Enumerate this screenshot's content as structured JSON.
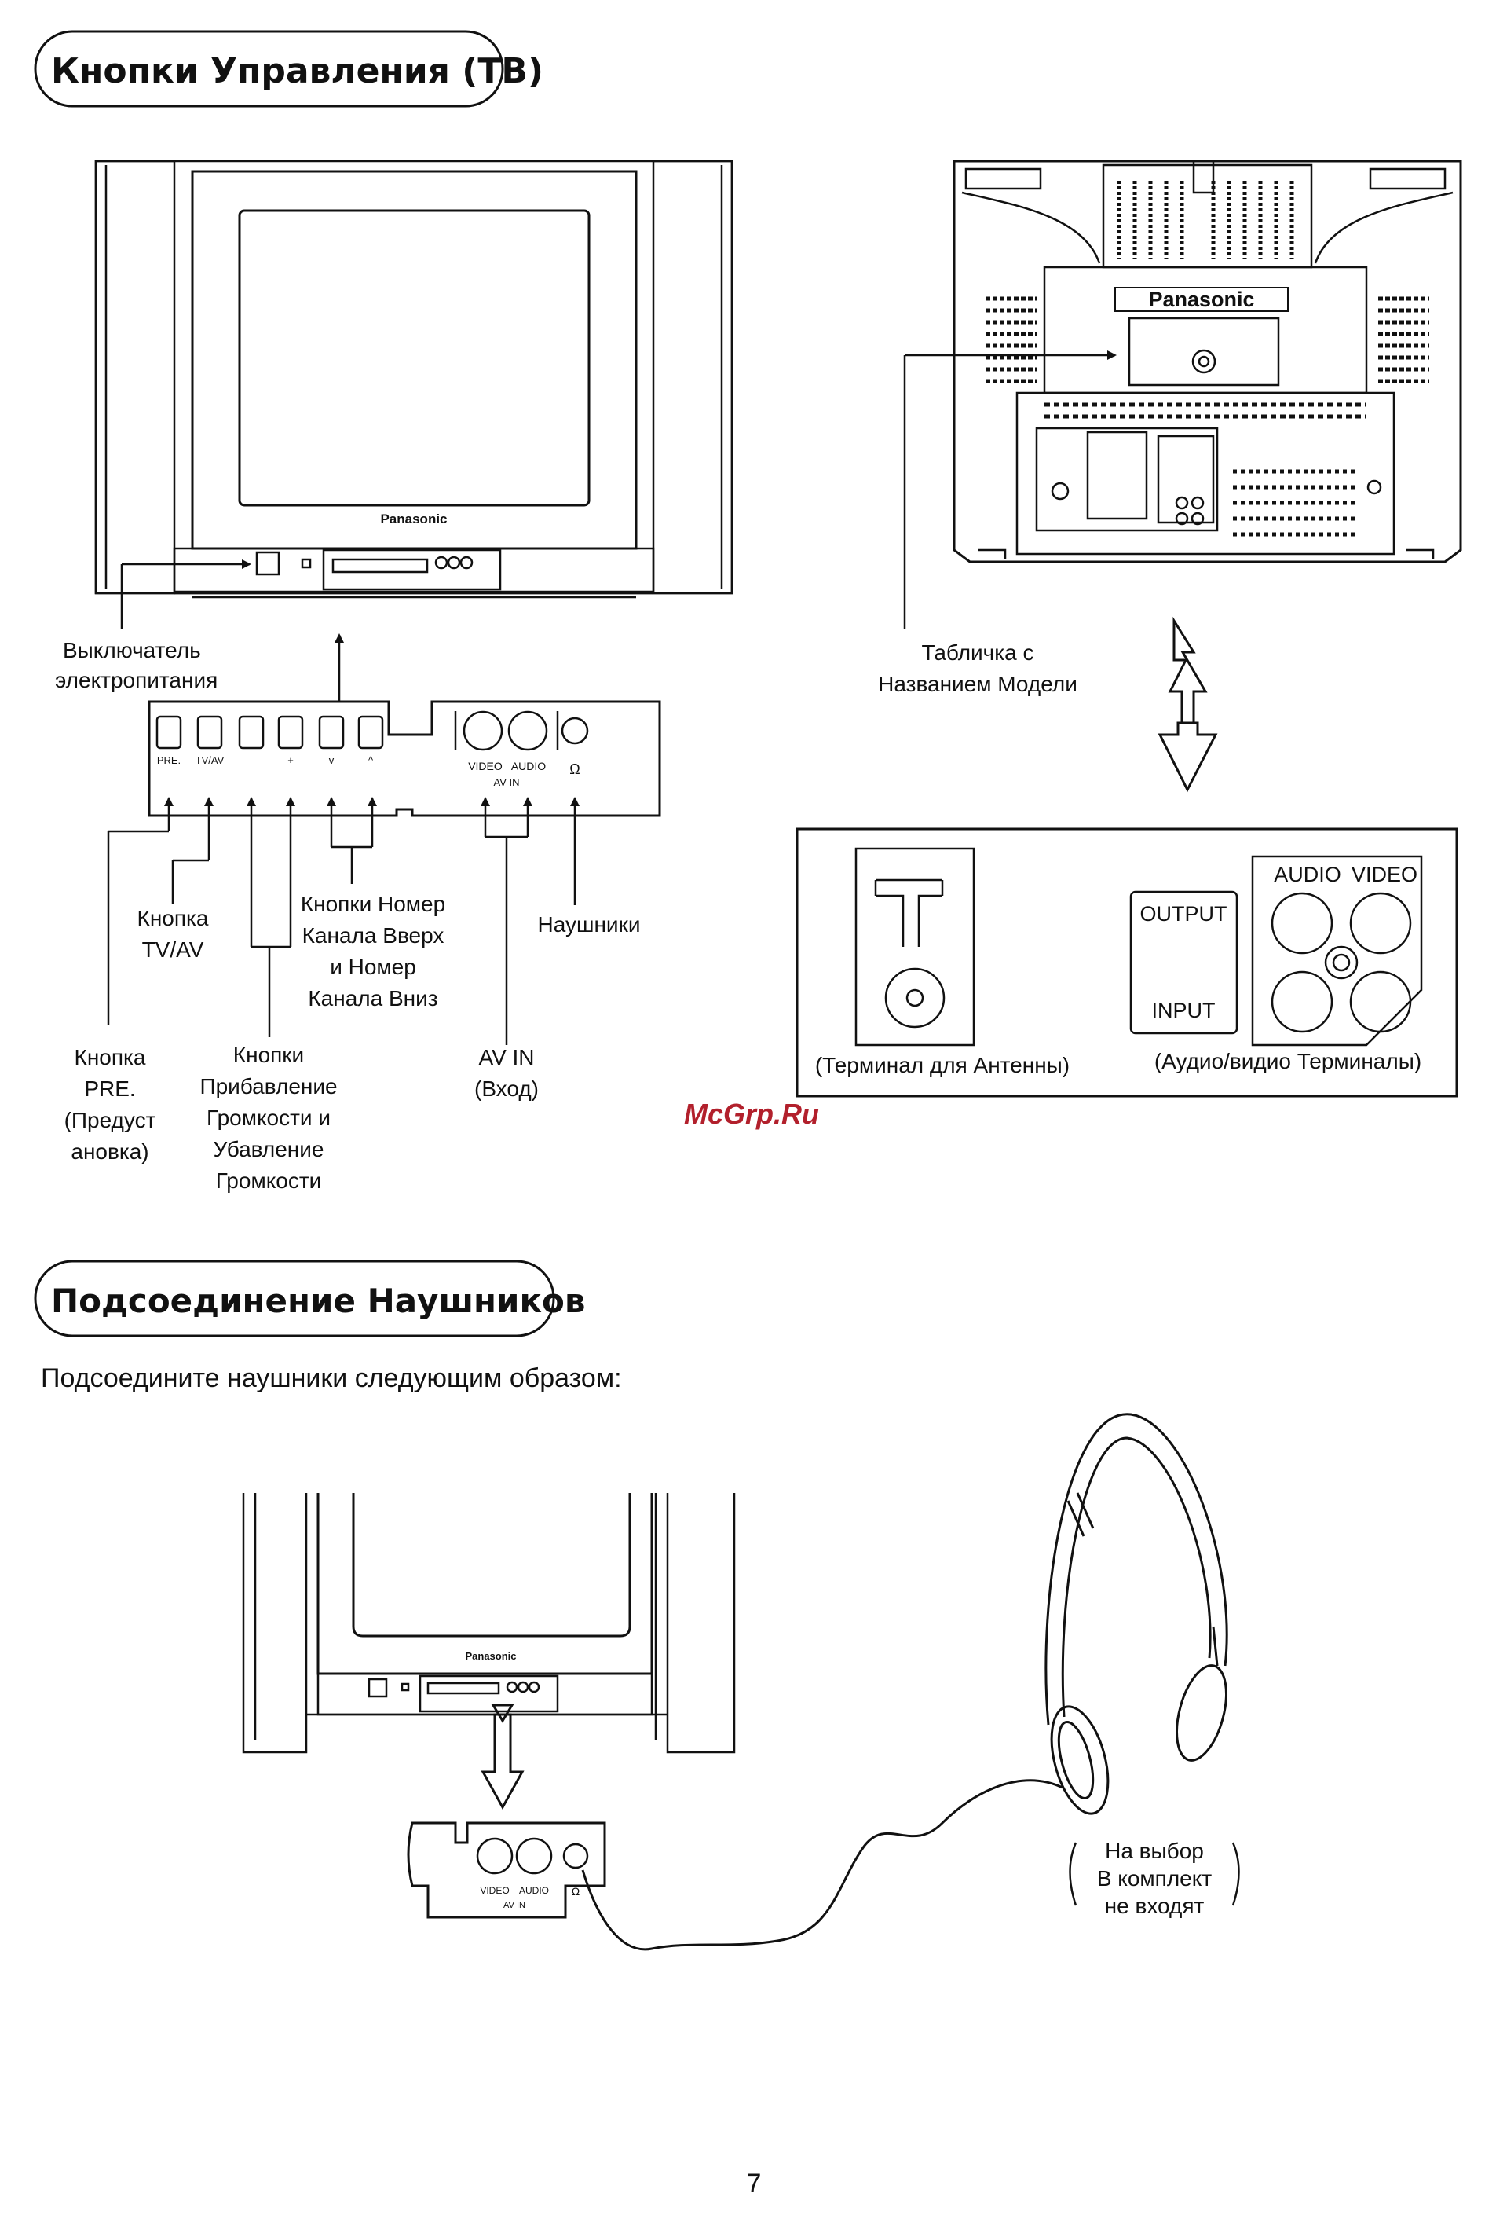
{
  "section1": {
    "title": "Кнопки Управления (ТВ)"
  },
  "tv_front": {
    "brand": "Panasonic"
  },
  "tv_back": {
    "brand": "Panasonic"
  },
  "labels": {
    "power_line1": "Выключатель",
    "power_line2": "электропитания",
    "model_line1": "Табличка с",
    "model_line2": "Названием Модели",
    "tvav_line1": "Кнопка",
    "tvav_line2": "TV/AV",
    "channel_line1": "Кнопки Номер",
    "channel_line2": "Канала Вверх",
    "channel_line3": "и  Номер",
    "channel_line4": "Канала Вниз",
    "headphones": "Наушники",
    "pre_line1": "Кнопка",
    "pre_line2": "PRE.",
    "pre_line3": "(Предуст",
    "pre_line4": "ановка)",
    "volume_line1": "Кнопки",
    "volume_line2": "Прибавление",
    "volume_line3": "Громкости и",
    "volume_line4": "Убавление",
    "volume_line5": "Громкости",
    "avin_line1": "AV IN",
    "avin_line2": "(Вход)"
  },
  "panel": {
    "btn_pre": "PRE.",
    "btn_tvav": "TV/AV",
    "btn_voldown": "—",
    "btn_volup": "+",
    "btn_chdown": "v",
    "btn_chup": "^",
    "video": "VIDEO",
    "audio": "AUDIO",
    "avin": "AV IN",
    "phones_symbol": "Ω"
  },
  "terminal_box": {
    "output": "OUTPUT",
    "input": "INPUT",
    "audio": "AUDIO",
    "video": "VIDEO",
    "antenna_caption": "(Терминал для Антенны)",
    "av_caption": "(Аудио/видио Терминалы)"
  },
  "watermark": "McGrp.Ru",
  "section2": {
    "title": "Подсоединение Наушников",
    "instruction": "Подсоедините наушники следующим образом:"
  },
  "headphones_note": {
    "line1": "На выбор",
    "line2": "В комплект",
    "line3": "не входят"
  },
  "page_number": "7"
}
